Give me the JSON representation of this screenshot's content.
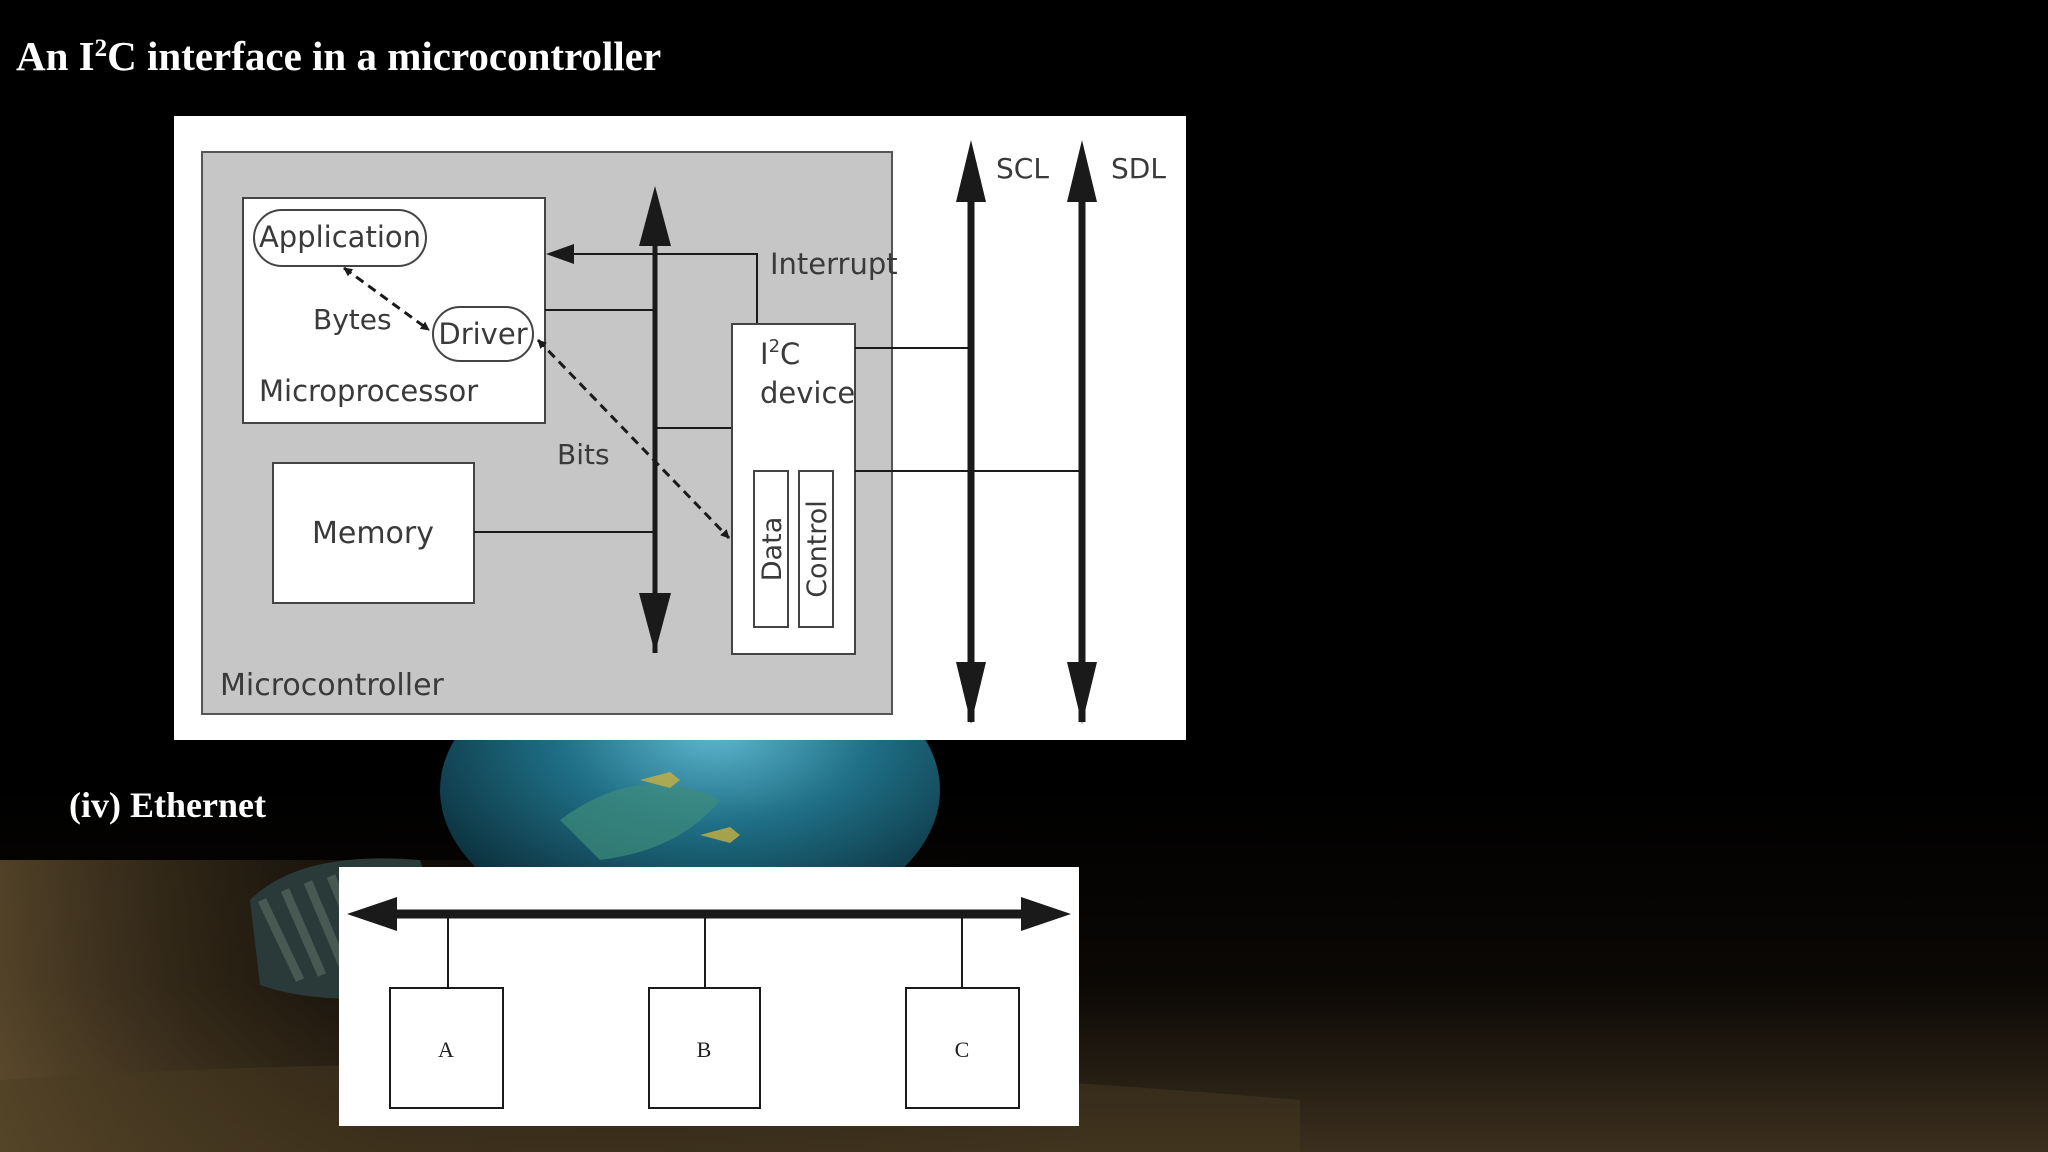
{
  "slide": {
    "title_main": "An I",
    "title_sup": "2",
    "title_rest": "C interface in a microcontroller",
    "section_title": "(iv) Ethernet"
  },
  "i2c_diagram": {
    "microcontroller_label": "Microcontroller",
    "microprocessor_label": "Microprocessor",
    "application_label": "Application",
    "driver_label": "Driver",
    "bytes_label": "Bytes",
    "bits_label": "Bits",
    "memory_label": "Memory",
    "interrupt_label": "Interrupt",
    "device_label_main": "I",
    "device_label_sup": "2",
    "device_label_rest": "C",
    "device_label_line2": "device",
    "data_register_label": "Data",
    "control_register_label": "Control",
    "scl_label": "SCL",
    "sdl_label": "SDL"
  },
  "ethernet_diagram": {
    "nodes": [
      "A",
      "B",
      "C"
    ]
  },
  "colors": {
    "microcontroller_fill": "#c6c6c6",
    "line": "#1a1a1a",
    "text": "#3a3a3a"
  }
}
